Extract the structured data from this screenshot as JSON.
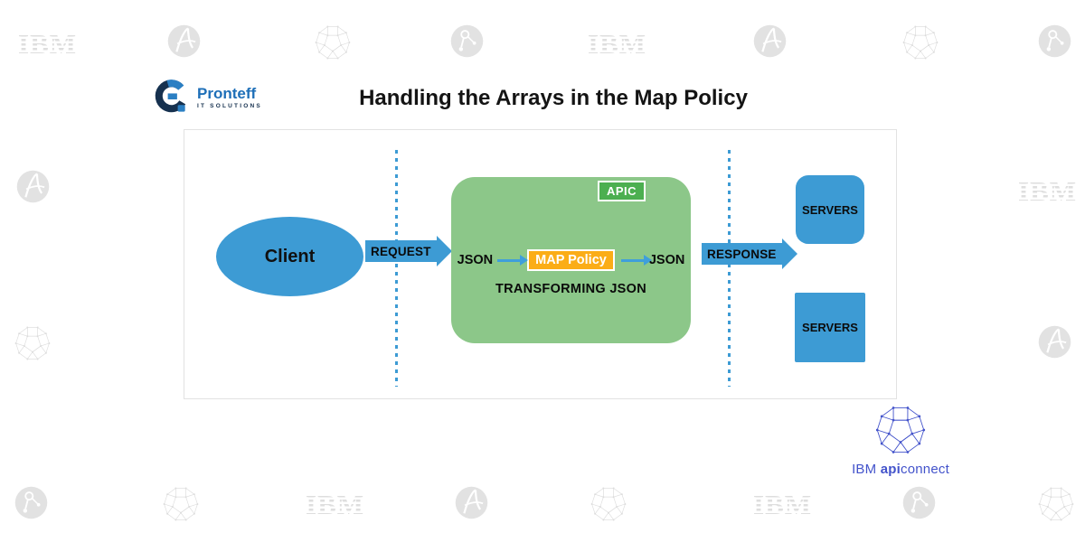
{
  "header": {
    "brand_name": "Pronteff",
    "brand_tagline": "IT SOLUTIONS",
    "title": "Handling the Arrays in the Map Policy"
  },
  "diagram": {
    "client": "Client",
    "request": "REQUEST",
    "response": "RESPONSE",
    "apic_badge": "APIC",
    "json_in": "JSON",
    "json_out": "JSON",
    "map_policy": "MAP Policy",
    "transforming": "TRANSFORMING JSON",
    "server_top": "SERVERS",
    "server_bottom": "SERVERS"
  },
  "footer_logo": {
    "ibm": "IBM",
    "api": "api",
    "connect": "connect"
  },
  "watermarks": {
    "ibm_text": "IBM"
  },
  "colors": {
    "shape_blue": "#3D9BD4",
    "green_box": "#8CC789",
    "apic_green": "#4CAF50",
    "map_orange": "#FBAD17",
    "arrow_blue": "#3F9FDB",
    "pronteff_blue": "#1E6FB8",
    "pronteff_navy": "#16314F",
    "ibm_apiconnect_blue": "#4353CB",
    "watermark_gray": "#e2e2e2"
  }
}
